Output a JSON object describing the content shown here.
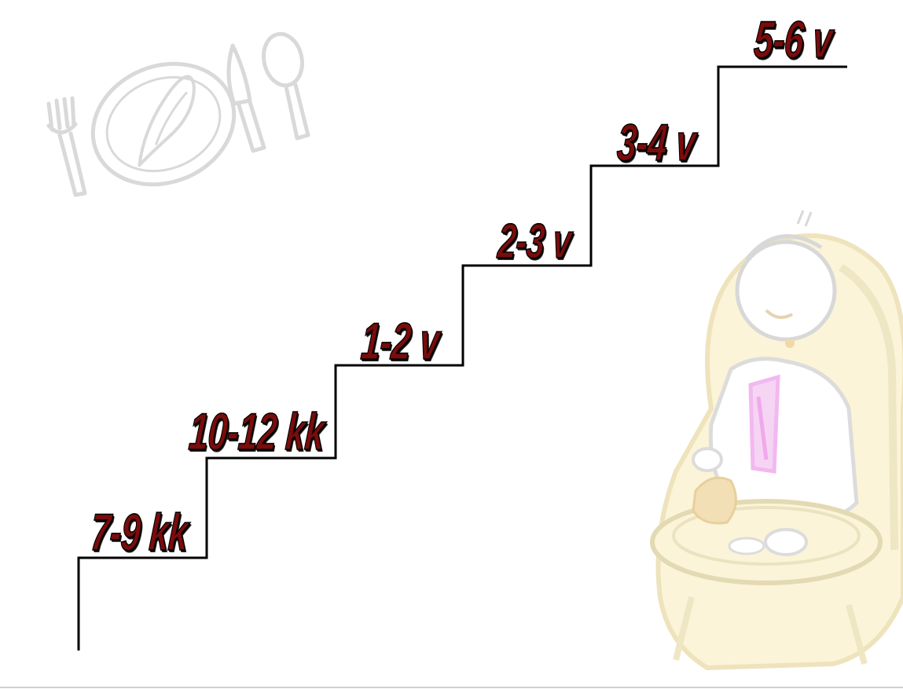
{
  "steps": [
    {
      "label": "7-9 kk"
    },
    {
      "label": "10-12 kk"
    },
    {
      "label": "1-2 v"
    },
    {
      "label": "2-3 v"
    },
    {
      "label": "3-4 v"
    },
    {
      "label": "5-6 v"
    }
  ],
  "colors": {
    "label_fill": "#7a0c0c",
    "label_outline": "#000000",
    "staircase": "#000000",
    "clipart_outline": "#d6d6d6",
    "highchair_fill": "#fbf4d8",
    "bib": "#f2b8f0",
    "food": "#f0d9a8"
  },
  "decorations": {
    "tableware": "tableware-clipart",
    "child": "child-in-highchair-clipart"
  }
}
